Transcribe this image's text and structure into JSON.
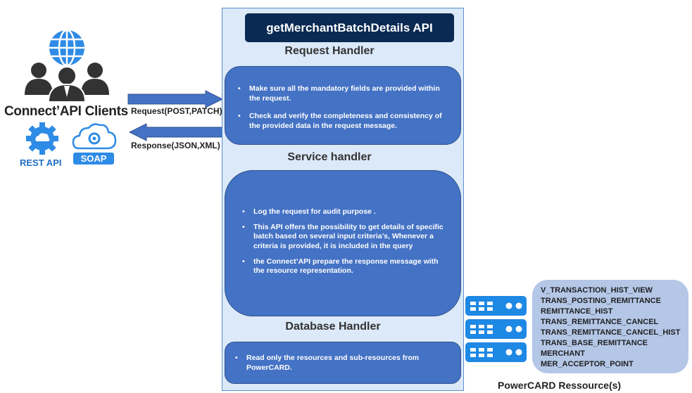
{
  "clients": {
    "title": "Connect’API Clients",
    "rest_label": "REST API",
    "soap_label": "SOAP"
  },
  "flows": {
    "request_label": "Request(POST,PATCH)",
    "response_label": "Response(JSON,XML)"
  },
  "api": {
    "title": "getMerchantBatchDetails API"
  },
  "request_handler": {
    "title": "Request Handler",
    "items": [
      "Make sure all the mandatory fields are provided within the request.",
      "Check and verify the completeness and consistency of the provided data in the request message."
    ]
  },
  "service_handler": {
    "title": "Service handler",
    "items": [
      "Log the request for audit purpose .",
      "This API offers the possibility to get details of specific batch based on several input criteria’s, Whenever a criteria is provided, it is included in the query",
      "the Connect’API prepare the response message with the resource representation."
    ]
  },
  "database_handler": {
    "title": "Database Handler",
    "items": [
      "Read only the resources and sub-resources from PowerCARD."
    ]
  },
  "resources": {
    "caption": "PowerCARD Ressource(s)",
    "items": [
      "V_TRANSACTION_HIST_VIEW",
      "TRANS_POSTING_REMITTANCE",
      "REMITTANCE_HIST",
      "TRANS_REMITTANCE_CANCEL",
      "TRANS_REMITTANCE_CANCEL_HIST",
      "TRANS_BASE_REMITTANCE",
      "MERCHANT",
      "MER_ACCEPTOR_POINT"
    ]
  },
  "colors": {
    "panel_bg": "#dbe9f8",
    "api_title_bg": "#0b2a53",
    "handler_box": "#4472c4",
    "resource_box": "#b4c7e7",
    "server_icon": "#1e88e5",
    "arrow": "#4472c4"
  }
}
